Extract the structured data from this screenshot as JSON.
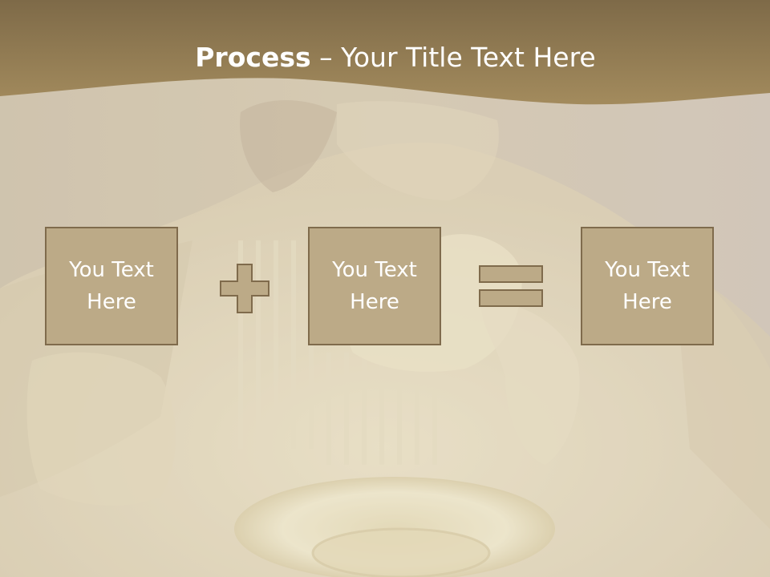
{
  "slide": {
    "title_bold": "Process",
    "title_rest": " – Your Title Text Here"
  },
  "boxes": [
    {
      "line1": "You Text",
      "line2": "Here"
    },
    {
      "line1": "You Text",
      "line2": "Here"
    },
    {
      "line1": "You Text",
      "line2": "Here"
    }
  ],
  "operators": [
    "plus-icon",
    "equals-icon"
  ],
  "colors": {
    "title_band": "#9d8559",
    "box_fill": "#bcaa87",
    "box_border": "#7f6b4c",
    "text": "#ffffff"
  }
}
